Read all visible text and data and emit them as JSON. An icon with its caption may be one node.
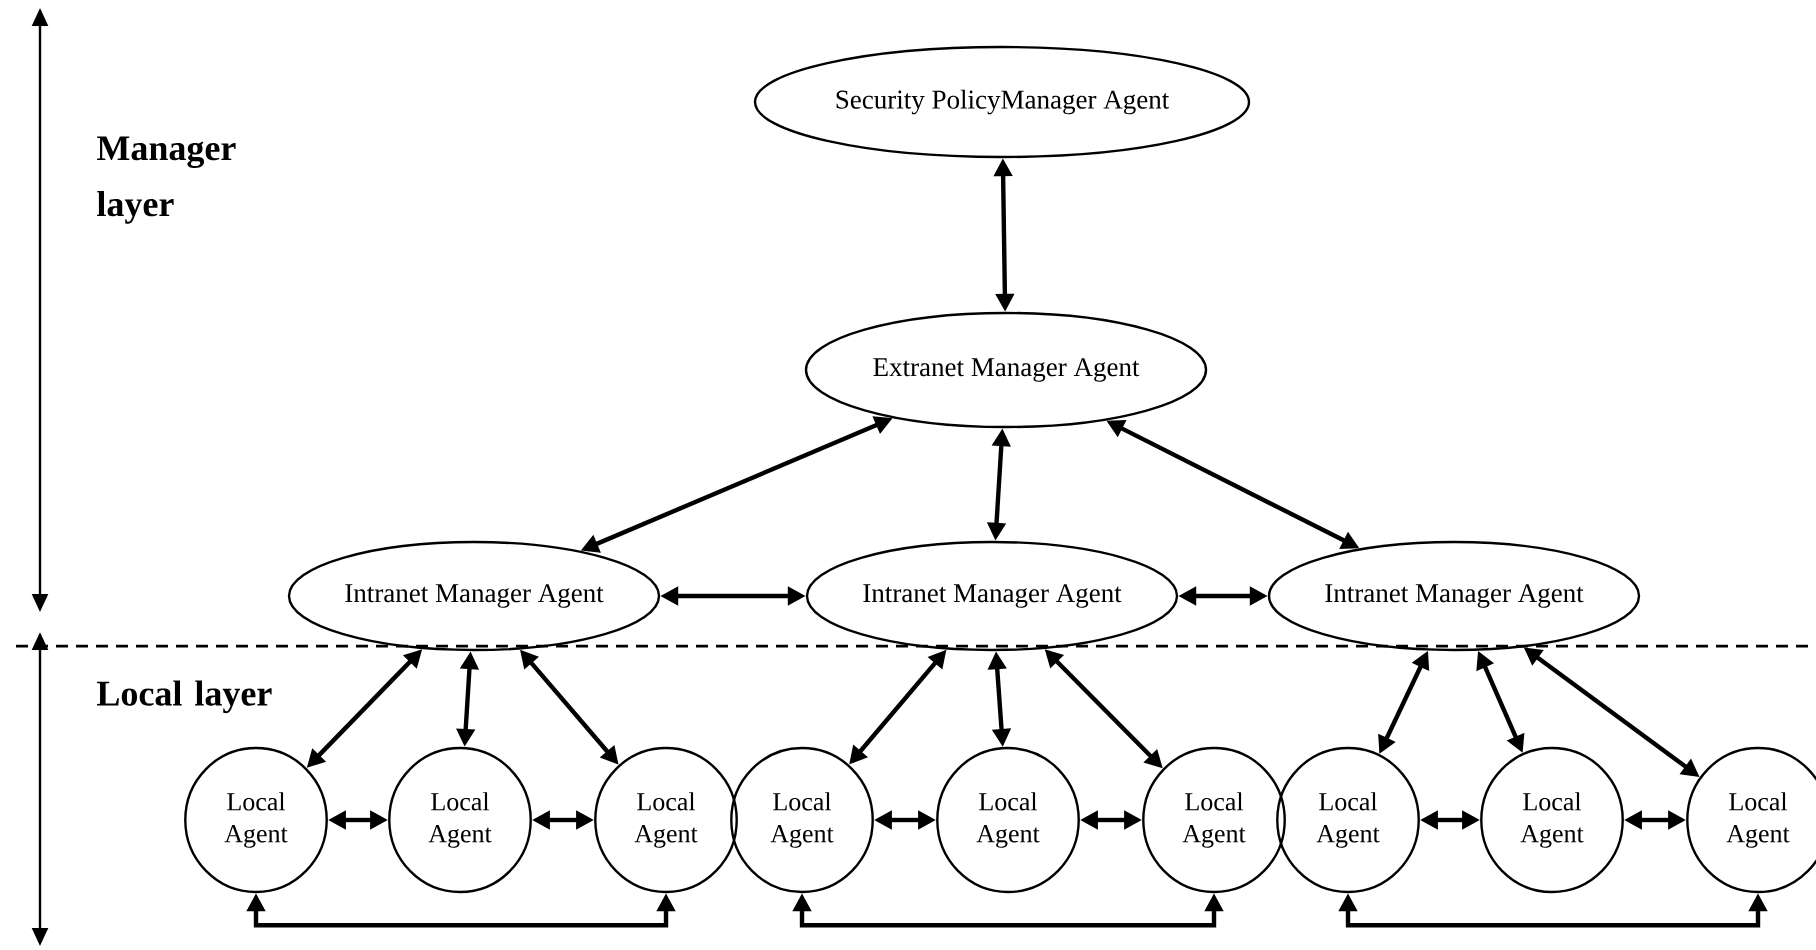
{
  "diagram": {
    "nodes": [
      {
        "text": [
          "Security PolicyManager Agent"
        ]
      },
      {
        "text": [
          "Extranet Manager Agent"
        ]
      },
      {
        "text": [
          "Intranet Manager Agent"
        ]
      },
      {
        "text": [
          "Intranet Manager Agent"
        ]
      },
      {
        "text": [
          "Intranet Manager Agent"
        ]
      },
      {
        "text": [
          "Local Agent"
        ]
      },
      {
        "text": [
          "Local Agent"
        ]
      },
      {
        "text": [
          "Local Agent"
        ]
      },
      {
        "text": [
          "Local Agent"
        ]
      },
      {
        "text": [
          "Local Agent"
        ]
      },
      {
        "text": [
          "Local Agent"
        ]
      },
      {
        "text": [
          "Local Agent"
        ]
      },
      {
        "text": [
          "Local Agent"
        ]
      },
      {
        "text": [
          "Local Agent"
        ]
      }
    ],
    "edges": [
      {
        "from": 0,
        "to": 1,
        "arrow": "both"
      },
      {
        "from": 1,
        "to": 2,
        "arrow": "both"
      },
      {
        "from": 1,
        "to": 3,
        "arrow": "both"
      },
      {
        "from": 1,
        "to": 4,
        "arrow": "both"
      },
      {
        "from": 2,
        "to": 3,
        "arrow": "both"
      },
      {
        "from": 3,
        "to": 4,
        "arrow": "both"
      },
      {
        "from": 2,
        "to": 5,
        "arrow": "both"
      },
      {
        "from": 2,
        "to": 6,
        "arrow": "both"
      },
      {
        "from": 2,
        "to": 7,
        "arrow": "both"
      },
      {
        "from": 3,
        "to": 8,
        "arrow": "both"
      },
      {
        "from": 3,
        "to": 9,
        "arrow": "both"
      },
      {
        "from": 3,
        "to": 10,
        "arrow": "both"
      },
      {
        "from": 4,
        "to": 11,
        "arrow": "both"
      },
      {
        "from": 4,
        "to": 12,
        "arrow": "both"
      },
      {
        "from": 4,
        "to": 13,
        "arrow": "both"
      },
      {
        "from": 5,
        "to": 6,
        "arrow": "both"
      },
      {
        "from": 6,
        "to": 7,
        "arrow": "both"
      },
      {
        "from": 8,
        "to": 9,
        "arrow": "both"
      },
      {
        "from": 9,
        "to": 10,
        "arrow": "both"
      },
      {
        "from": 11,
        "to": 12,
        "arrow": "both"
      },
      {
        "from": 12,
        "to": 13,
        "arrow": "both"
      },
      {
        "from": 5,
        "to": 7,
        "arrow": "both"
      },
      {
        "from": 8,
        "to": 10,
        "arrow": "both"
      },
      {
        "from": 11,
        "to": 13,
        "arrow": "both"
      }
    ],
    "labels": [
      "Manager layer",
      "Local layer"
    ]
  }
}
